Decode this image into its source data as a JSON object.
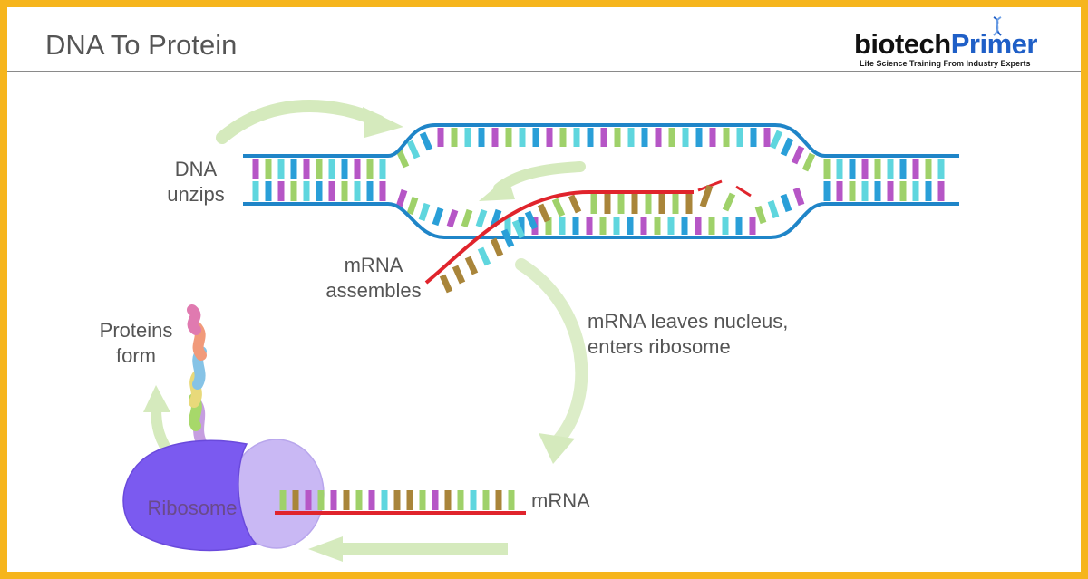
{
  "title": "DNA To Protein",
  "logo": {
    "word_part1": "biotech",
    "word_part2": "Primer",
    "tagline": "Life Science Training From Industry Experts",
    "helix_icon": "dna-helix-icon"
  },
  "labels": {
    "dna_unzips_line1": "DNA",
    "dna_unzips_line2": "unzips",
    "mrna_assembles_line1": "mRNA",
    "mrna_assembles_line2": "assembles",
    "mrna_leaves_line1": "mRNA leaves nucleus,",
    "mrna_leaves_line2": "enters ribosome",
    "proteins_form_line1": "Proteins",
    "proteins_form_line2": "form",
    "ribosome": "Ribosome",
    "mrna": "mRNA"
  },
  "colors": {
    "frame_border": "#f6b51c",
    "dna_backbone": "#1f85c8",
    "mrna_backbone": "#e0242c",
    "ribosome_large": "#7b5af0",
    "ribosome_small": "#c9b8f4",
    "arrow": "#cfe6b4",
    "base_palette": [
      "#b656c6",
      "#9fd16a",
      "#5fd6de",
      "#2a9fd8",
      "#a9853a"
    ]
  }
}
